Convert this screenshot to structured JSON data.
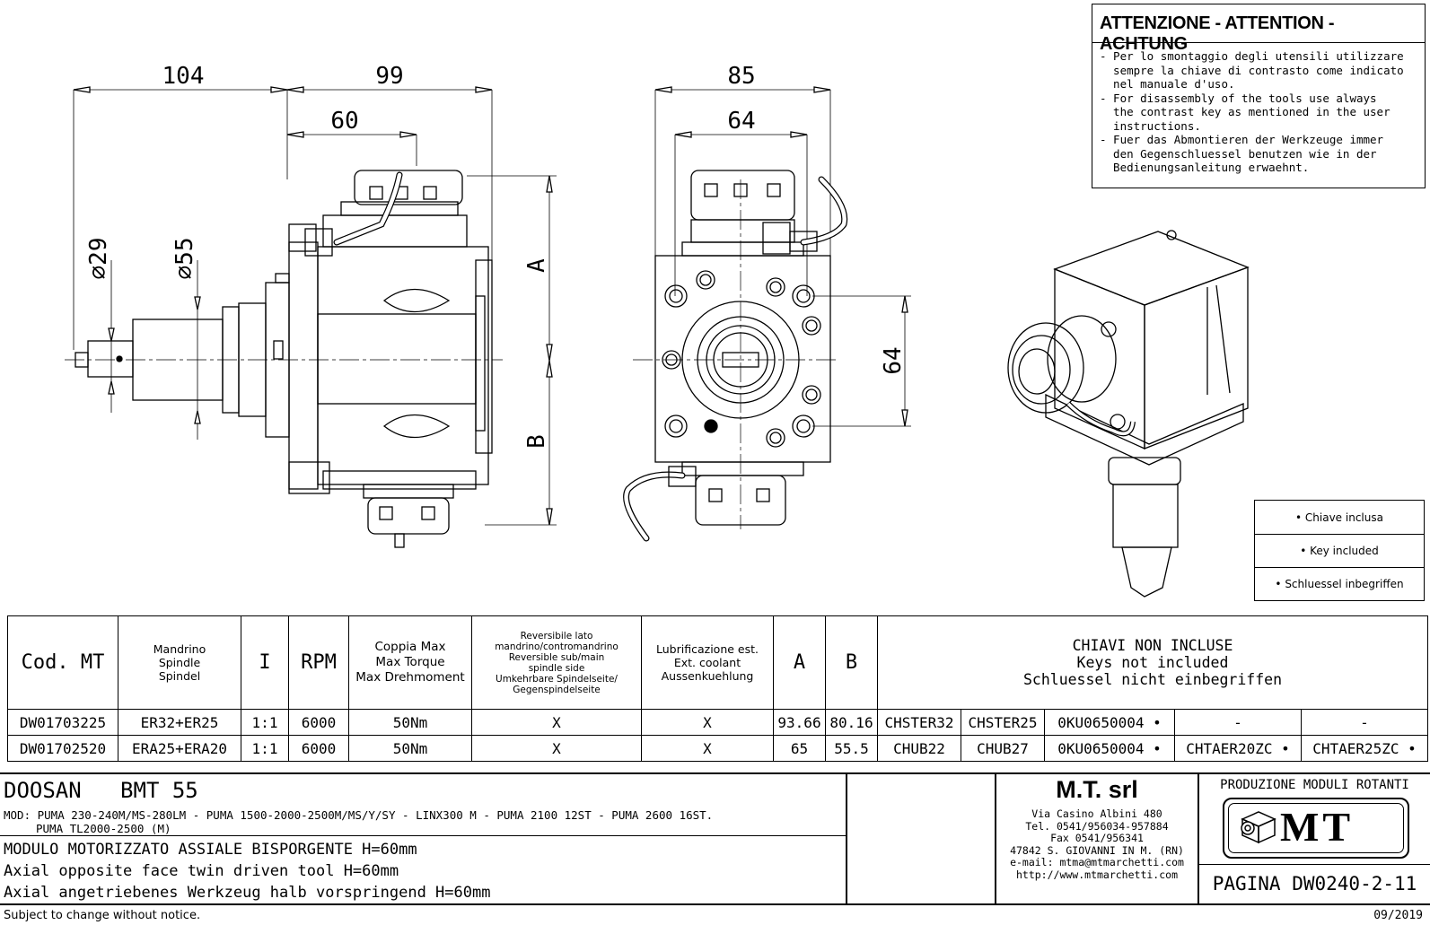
{
  "dimensions": {
    "d104": "104",
    "d99": "99",
    "d60": "60",
    "d85": "85",
    "d64_top": "64",
    "d64_side": "64",
    "phi29": "⌀29",
    "phi55": "⌀55",
    "label_a": "A",
    "label_b": "B"
  },
  "warning": {
    "title": "ATTENZIONE - ATTENTION - ACHTUNG",
    "text": "- Per lo smontaggio degli utensili utilizzare\n  sempre la chiave di contrasto come indicato\n  nel manuale d'uso.\n- For disassembly of the tools use always\n  the contrast key as mentioned in the user\n  instructions.\n- Fuer das Abmontieren der Werkzeuge immer\n  den Gegenschluessel benutzen wie in der\n  Bedienungsanleitung erwaehnt."
  },
  "key_legend": [
    "• Chiave inclusa",
    "• Key included",
    "• Schluessel inbegriffen"
  ],
  "table": {
    "headers": {
      "code": "Cod. MT",
      "spindle": [
        "Mandrino",
        "Spindle",
        "Spindel"
      ],
      "ratio": "I",
      "rpm": "RPM",
      "torque": [
        "Coppia Max",
        "Max Torque",
        "Max Drehmoment"
      ],
      "reversible": [
        "Reversibile lato",
        "mandrino/contromandrino",
        "Reversible sub/main",
        "spindle side",
        "Umkehrbare Spindelseite/",
        "Gegenspindelseite"
      ],
      "coolant": [
        "Lubrificazione est.",
        "Ext. coolant",
        "Aussenkuehlung"
      ],
      "a": "A",
      "b": "B",
      "keys": [
        "CHIAVI NON INCLUSE",
        "Keys not included",
        "Schluessel nicht einbegriffen"
      ]
    },
    "rows": [
      {
        "code": "DW01703225",
        "spindle": "ER32+ER25",
        "ratio": "1:1",
        "rpm": "6000",
        "torque": "50Nm",
        "reversible": "X",
        "coolant": "X",
        "a": "93.66",
        "b": "80.16",
        "k1": "CHSTER32",
        "k2": "CHSTER25",
        "k3": "0KU0650004 •",
        "k4": "-",
        "k5": "-"
      },
      {
        "code": "DW01702520",
        "spindle": "ERA25+ERA20",
        "ratio": "1:1",
        "rpm": "6000",
        "torque": "50Nm",
        "reversible": "X",
        "coolant": "X",
        "a": "65",
        "b": "55.5",
        "k1": "CHUB22",
        "k2": "CHUB27",
        "k3": "0KU0650004 •",
        "k4": "CHTAER20ZC •",
        "k5": "CHTAER25ZC •"
      }
    ]
  },
  "title_block": {
    "model": "DOOSAN   BMT 55",
    "mod_line1": "MOD: PUMA 230-240M/MS-280LM - PUMA 1500-2000-2500M/MS/Y/SY - LINX300 M - PUMA 2100 12ST - PUMA 2600 16ST.",
    "mod_line2": "PUMA TL2000-2500 (M)",
    "desc_it": "MODULO MOTORIZZATO ASSIALE BISPORGENTE H=60mm",
    "desc_en": "Axial opposite face twin driven tool H=60mm",
    "desc_de": "Axial angetriebenes Werkzeug halb vorspringend H=60mm",
    "company": "M.T. srl",
    "address": [
      "Via Casino Albini 480",
      "Tel. 0541/956034-957884",
      "Fax 0541/956341",
      "47842 S. GIOVANNI IN M. (RN)",
      "e-mail: mtma@mtmarchetti.com",
      "http://www.mtmarchetti.com"
    ],
    "production": "PRODUZIONE MODULI ROTANTI",
    "logo_text": "MT",
    "page": "PAGINA DW0240-2-11"
  },
  "footer": {
    "notice": "Subject to change without notice.",
    "date": "09/2019"
  }
}
